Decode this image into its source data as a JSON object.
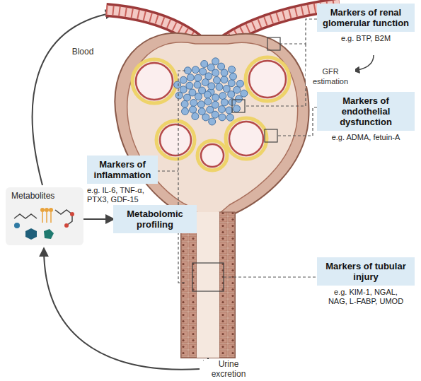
{
  "diagram": {
    "nodes": [
      {
        "text": [
          "Markers of renal glomerular function",
          "e.g. BTP, B2M"
        ]
      },
      {
        "text": [
          "Markers of endothelial dysfunction",
          "e.g. ADMA, fetuin-A"
        ]
      },
      {
        "text": [
          "Markers of inflammation",
          "e.g. IL-6, TNF-α, PTX3, GDF-15"
        ]
      },
      {
        "text": [
          "Metabolites"
        ]
      },
      {
        "text": [
          "Metabolomic profiling"
        ]
      },
      {
        "text": [
          "Markers of tubular injury",
          "e.g. KIM-1, NGAL, NAG, L-FABP, UMOD"
        ]
      }
    ],
    "edges": [
      {
        "from": 3,
        "to": 4,
        "arrow": "to"
      }
    ],
    "labels": [
      "Blood",
      "GFR estimation",
      "Urine excretion"
    ]
  }
}
